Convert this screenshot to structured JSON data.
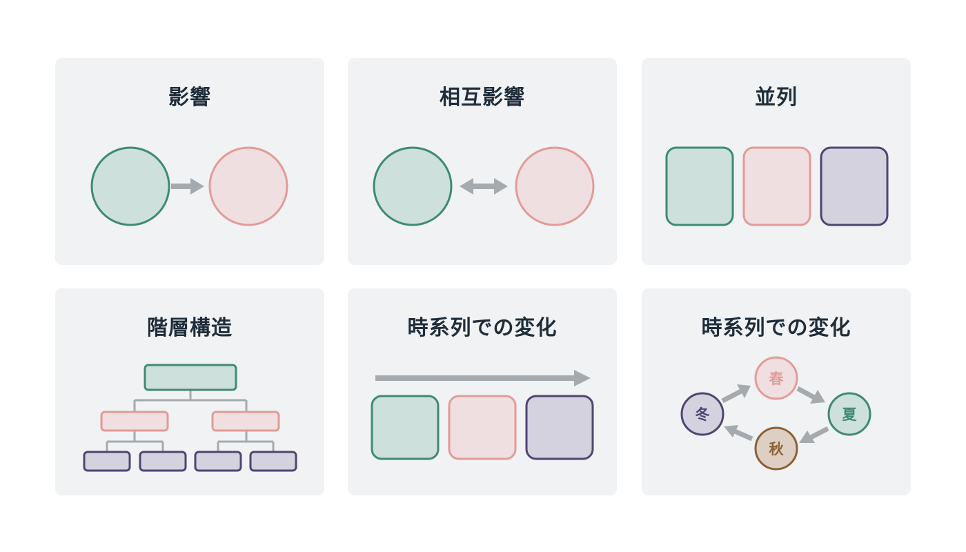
{
  "cards": [
    {
      "title": "影響"
    },
    {
      "title": "相互影響"
    },
    {
      "title": "並列"
    },
    {
      "title": "階層構造"
    },
    {
      "title": "時系列での変化"
    },
    {
      "title": "時系列での変化"
    }
  ],
  "seasons": {
    "spring": "春",
    "summer": "夏",
    "autumn": "秋",
    "winter": "冬"
  },
  "colors": {
    "card_bg": "#f0f2f4",
    "title": "#1f2d3a",
    "arrow": "#a5aaae",
    "connector": "#a5aaae",
    "green_stroke": "#3e8a72",
    "green_fill": "#cde0dc",
    "pink_stroke": "#e39b96",
    "pink_fill": "#f0dfe0",
    "purple_stroke": "#4f4472",
    "purple_fill": "#d4d2de",
    "brown_stroke": "#8a6134",
    "brown_fill": "#decfc4"
  }
}
